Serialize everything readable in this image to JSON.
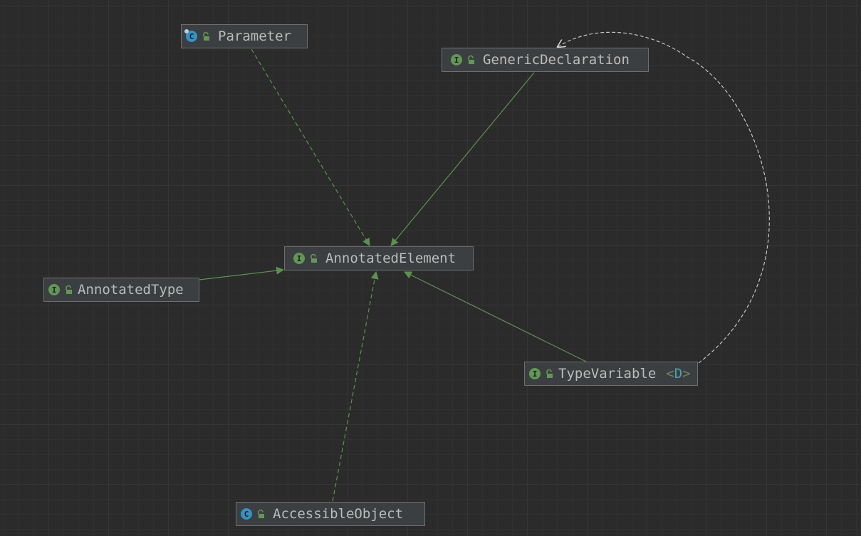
{
  "nodes": {
    "parameter": {
      "name": "Parameter",
      "kind": "C"
    },
    "generic_declaration": {
      "name": "GenericDeclaration",
      "kind": "I"
    },
    "annotated_element": {
      "name": "AnnotatedElement",
      "kind": "I"
    },
    "annotated_type": {
      "name": "AnnotatedType",
      "kind": "I"
    },
    "type_variable": {
      "name": "TypeVariable",
      "kind": "I",
      "type_params": {
        "open": "<",
        "var": "D",
        "close": ">"
      }
    },
    "accessible_object": {
      "name": "AccessibleObject",
      "kind": "C"
    }
  },
  "edges": [
    {
      "from": "Parameter",
      "to": "AnnotatedElement",
      "style": "dashed",
      "relation": "implements"
    },
    {
      "from": "GenericDeclaration",
      "to": "AnnotatedElement",
      "style": "solid",
      "relation": "extends"
    },
    {
      "from": "AnnotatedType",
      "to": "AnnotatedElement",
      "style": "solid",
      "relation": "extends"
    },
    {
      "from": "AccessibleObject",
      "to": "AnnotatedElement",
      "style": "dashed",
      "relation": "implements"
    },
    {
      "from": "TypeVariable",
      "to": "AnnotatedElement",
      "style": "solid",
      "relation": "extends"
    },
    {
      "from": "TypeVariable",
      "to": "GenericDeclaration",
      "style": "dashed",
      "relation": "dependency"
    }
  ],
  "colors": {
    "background": "#2b2b2b",
    "node_fill": "#3c3f41",
    "node_border": "#6e6e6e",
    "text": "#bbbbbb",
    "inheritance_edge": "#5d9150",
    "dependency_edge": "#cfcfcf",
    "interface_badge": "#629755",
    "class_badge": "#3592c4"
  }
}
